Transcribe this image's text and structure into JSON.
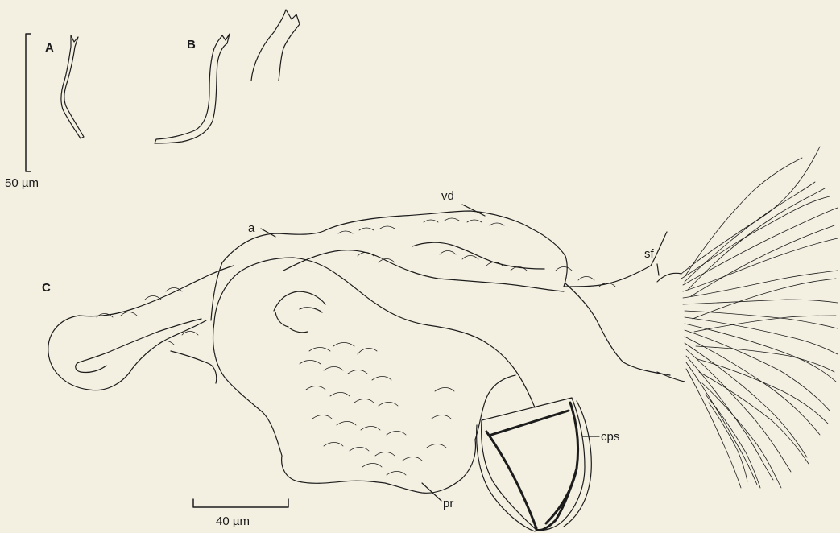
{
  "panels": {
    "a": "A",
    "b": "B",
    "c": "C"
  },
  "parts": {
    "a": "a",
    "vd": "vd",
    "sf": "sf",
    "cps": "cps",
    "pr": "pr"
  },
  "scale_bars": {
    "top": "50 µm",
    "bottom": "40 µm"
  },
  "colors": {
    "background": "#f3f0e1",
    "ink": "#1c1c1c"
  }
}
